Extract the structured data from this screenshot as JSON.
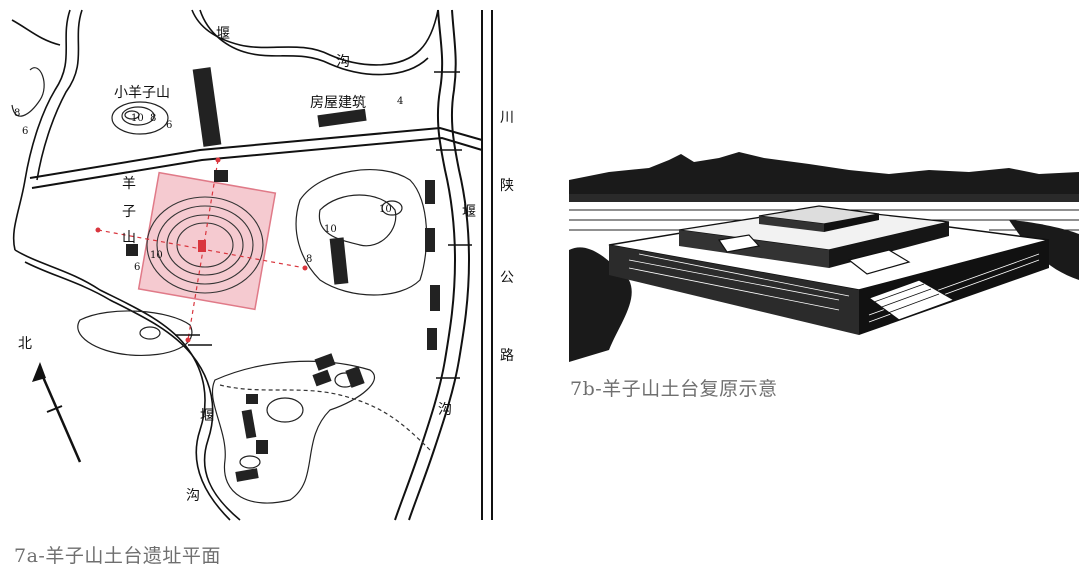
{
  "figure_a": {
    "caption": "7a-羊子山土台遗址平面",
    "labels": {
      "xiao_yangzishan": "小羊子山",
      "house": "房屋建筑",
      "north": "北",
      "yangzishan_1": "羊",
      "yangzishan_2": "子",
      "yangzishan_3": "山",
      "road_1": "川",
      "road_2": "陕",
      "road_3": "公",
      "road_4": "路",
      "weir_top": "堰",
      "ditch_top": "沟",
      "weir_right": "堰",
      "ditch_right": "沟",
      "weir_bottom": "堰",
      "ditch_bottom": "沟"
    },
    "contours": {
      "c10a": "10",
      "c8a": "8",
      "c6a": "6",
      "c8b": "8",
      "c6b": "6",
      "c10b": "10",
      "c10c": "10",
      "c8c": "8",
      "c10d": "10",
      "c6c": "6",
      "c4": "4"
    },
    "colors": {
      "highlight": "#f2b8c0",
      "highlight_border": "#e07a88",
      "marker": "#d9363e"
    }
  },
  "figure_b": {
    "caption": "7b-羊子山土台复原示意"
  }
}
